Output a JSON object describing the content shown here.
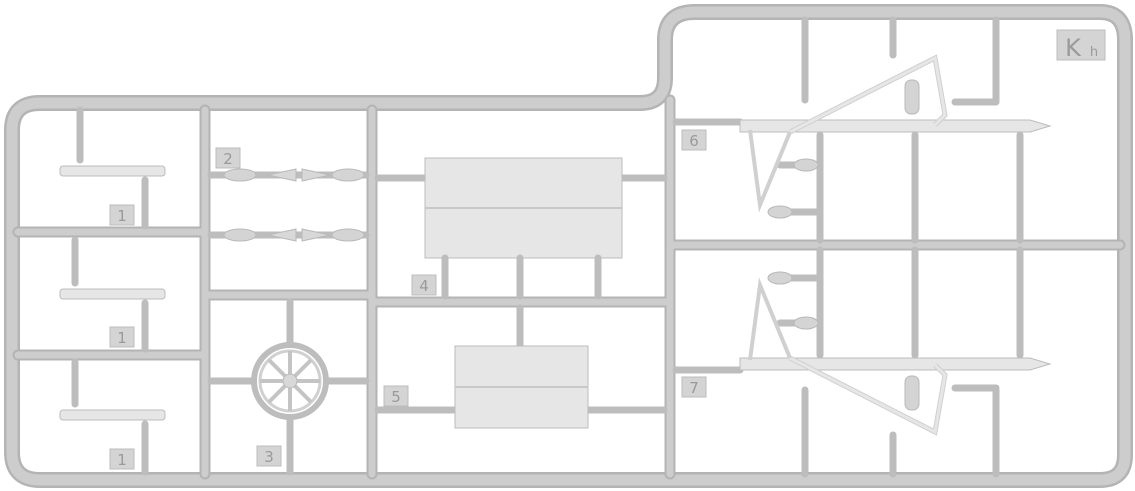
{
  "sprue": {
    "code_letter": "K",
    "code_suffix": "h",
    "part_numbers": {
      "p1a": "1",
      "p1b": "1",
      "p1c": "1",
      "p2": "2",
      "p3": "3",
      "p4": "4",
      "p5": "5",
      "p6": "6",
      "p7": "7"
    }
  },
  "colors": {
    "frame": "#c8c8c8",
    "frame_edge": "#b2b2b2",
    "part": "#e6e6e6",
    "part_edge": "#bcbcbc",
    "label": "#9a9a9a",
    "background": "#ffffff"
  }
}
